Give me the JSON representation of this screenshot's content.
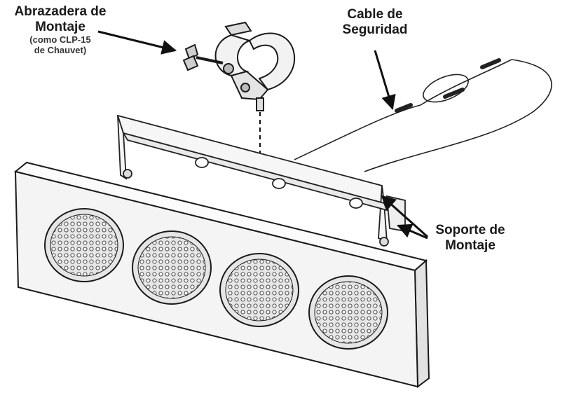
{
  "labels": {
    "clamp_line1": "Abrazadera de",
    "clamp_line2": "Montaje",
    "clamp_sub1": "(como CLP-15",
    "clamp_sub2": "de Chauvet)",
    "cable_line1": "Cable de",
    "cable_line2": "Seguridad",
    "bracket_line1": "Soporte de",
    "bracket_line2": "Montaje"
  },
  "colors": {
    "ink": "#1a1a1a",
    "panel_fill": "#f4f4f4",
    "led_fill": "#e6e6e6"
  },
  "fixture": {
    "led_groups": 4
  }
}
